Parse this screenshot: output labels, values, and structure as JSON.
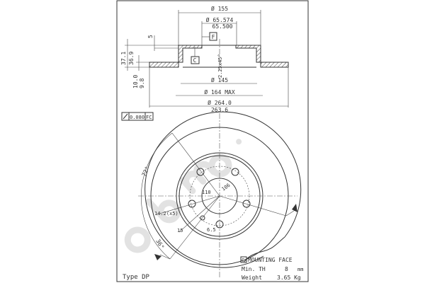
{
  "dimensions": {
    "hat_diameter": "Ø 155",
    "bore_max": "Ø 65.574",
    "bore_min": "65.500",
    "hat_top_thickness": "5",
    "total_height_max": "37.1",
    "total_height_min": "36.9",
    "disc_thickness_max": "10.0",
    "disc_thickness_min": "9.8",
    "chamfer": "2.25x45°",
    "inner_diameter": "Ø 145",
    "friction_inner_diameter": "Ø 164 MAX",
    "outer_diameter_max": "Ø 264.0",
    "outer_diameter_min": "263.6",
    "runout_tolerance": "0.080",
    "runout_reference": "FC",
    "datum_f": "F",
    "datum_c": "C",
    "bolt_angle": "72°",
    "hole_angle": "36°",
    "bolt_circle": "110",
    "center_bore": "106",
    "bolt_hole": "14.2(x5)",
    "pin_hole_offset": "15",
    "pin_hole": "6.5"
  },
  "info": {
    "type_label": "Type DP",
    "mounting_face_marker": "C",
    "mounting_face": "MOUNTING FACE",
    "min_th_label": "Min. TH",
    "min_th_value": "8",
    "min_th_unit": "mm",
    "weight_label": "Weight",
    "weight_value": "3.65 Kg"
  },
  "watermark": "brembo",
  "colors": {
    "line": "#333333",
    "watermark": "#d8d8d8"
  }
}
